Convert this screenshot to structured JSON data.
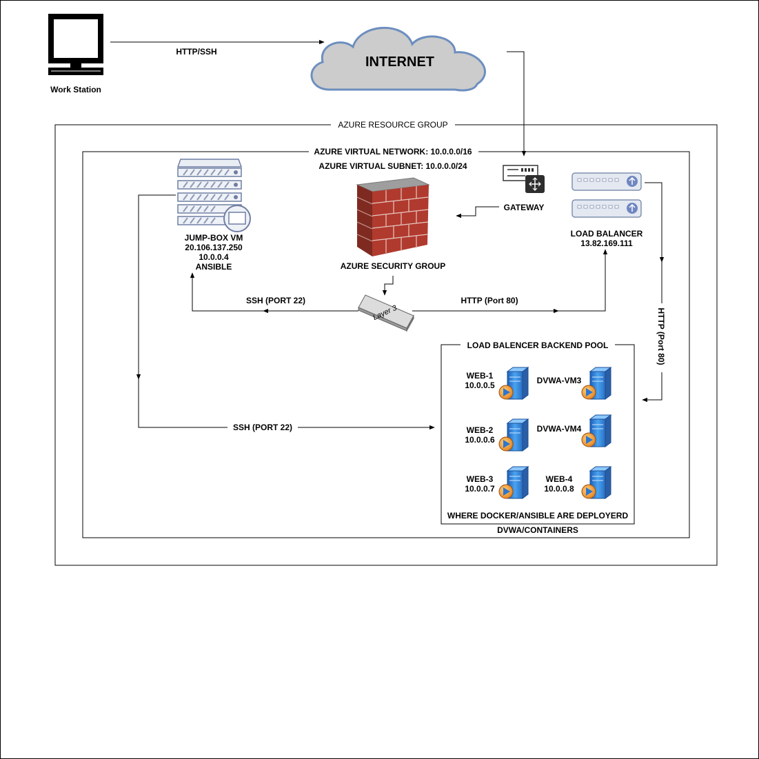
{
  "workstation": {
    "label": "Work Station"
  },
  "internet": {
    "label": "INTERNET"
  },
  "edges": {
    "ws_internet": "HTTP/SSH",
    "layer3_jump": "SSH (PORT 22)",
    "layer3_lb": "HTTP (Port 80)",
    "lb_pool": "HTTP (Port 80)",
    "jump_pool": "SSH (PORT 22)"
  },
  "resource_group": {
    "label": "AZURE RESOURCE GROUP"
  },
  "vnet": {
    "label": "AZURE VIRTUAL NETWORK: 10.0.0.0/16",
    "subnet": "AZURE VIRTUAL SUBNET: 10.0.0.0/24",
    "footer": "DVWA/CONTAINERS"
  },
  "gateway": {
    "label": "GATEWAY"
  },
  "security_group": {
    "label": "AZURE SECURITY GROUP"
  },
  "layer3": {
    "label": "Layer 3"
  },
  "jumpbox": {
    "line1": "JUMP-BOX VM",
    "line2": "20.106.137.250",
    "line3": "10.0.0.4",
    "line4": "ANSIBLE"
  },
  "load_balancer": {
    "line1": "LOAD BALANCER",
    "line2": "13.82.169.111"
  },
  "backend_pool": {
    "label": "LOAD BALENCER BACKEND POOL",
    "footer": "WHERE DOCKER/ANSIBLE ARE DEPLOYERD",
    "servers": [
      {
        "name": "WEB-1",
        "ip": "10.0.0.5"
      },
      {
        "name": "DVWA-VM3",
        "ip": ""
      },
      {
        "name": "WEB-2",
        "ip": "10.0.0.6"
      },
      {
        "name": "DVWA-VM4",
        "ip": ""
      },
      {
        "name": "WEB-3",
        "ip": "10.0.0.7"
      },
      {
        "name": "WEB-4",
        "ip": "10.0.0.8"
      }
    ]
  },
  "colors": {
    "stroke": "#000000",
    "server_blue": "#3b82d6",
    "cloud_fill": "#cccccc",
    "cloud_stroke": "#6c8ebf",
    "brick": "#b03a2e"
  }
}
